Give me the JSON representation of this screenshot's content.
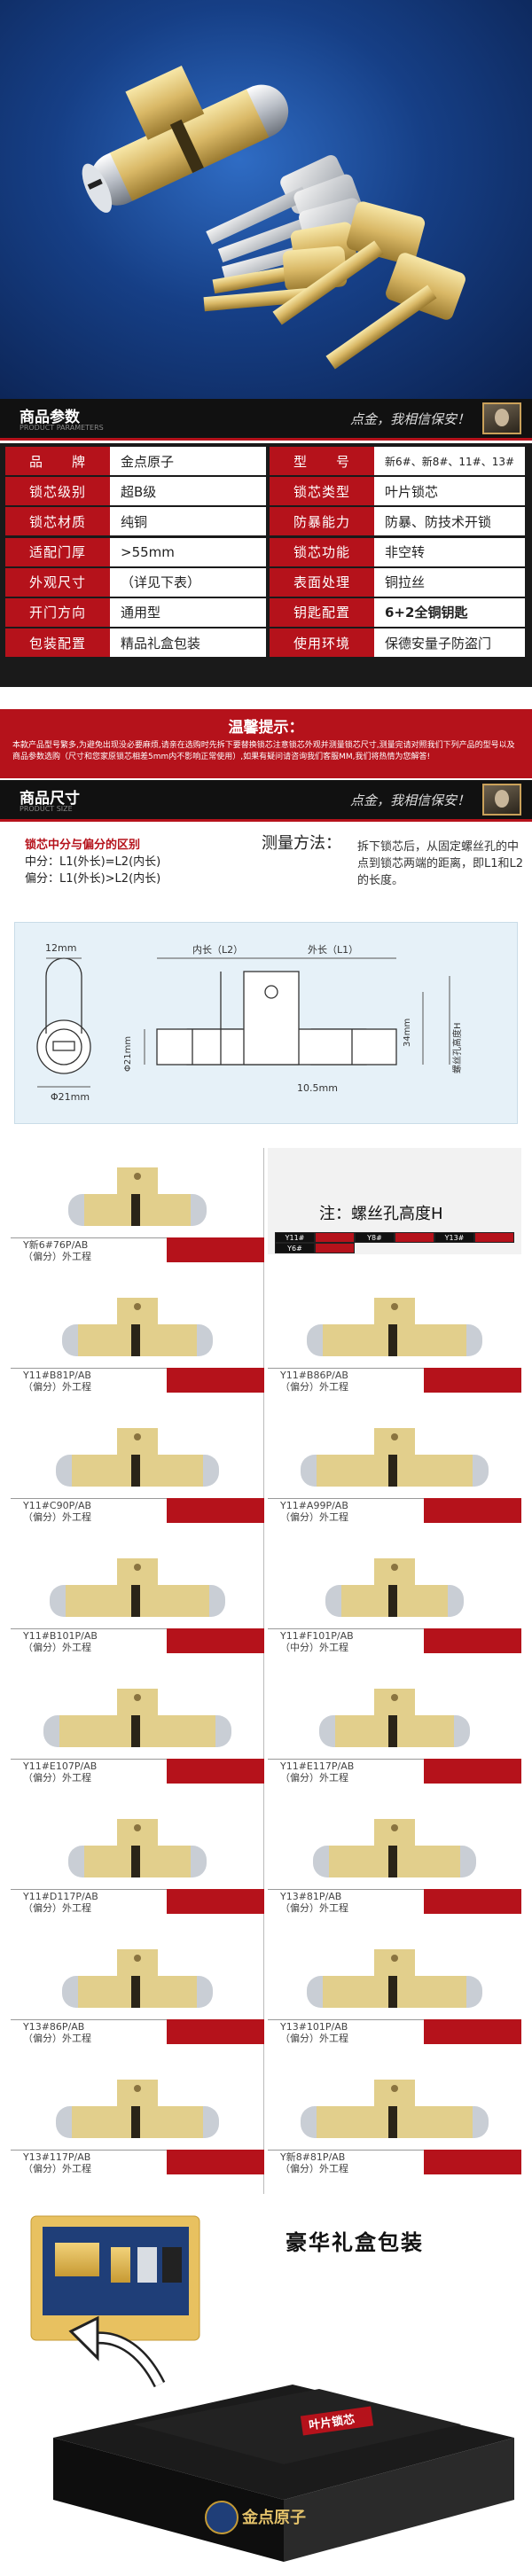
{
  "colors": {
    "accent_red": "#b5121b",
    "bar_dark": "#111111",
    "brass": "#d8c07a"
  },
  "hero": {
    "key_brand_mark": "",
    "icons": [
      "lock-cylinder-icon",
      "key-icon"
    ]
  },
  "section_params": {
    "title": "商品参数",
    "subtitle": "PRODUCT PARAMETERS",
    "slogan": "点金，我相信保安！"
  },
  "params": {
    "rows": [
      {
        "l1": "品　　牌",
        "v1": "金点原子",
        "l2": "型　　号",
        "v2": "新6#、新8#、11#、13#"
      },
      {
        "l1": "锁芯级别",
        "v1": "超B级",
        "l2": "锁芯类型",
        "v2": "叶片锁芯"
      },
      {
        "l1": "锁芯材质",
        "v1": "纯铜",
        "l2": "防暴能力",
        "v2": "防暴、防技术开锁"
      },
      {
        "l1": "适配门厚",
        "v1": ">55mm",
        "l2": "锁芯功能",
        "v2": "非空转"
      },
      {
        "l1": "外观尺寸",
        "v1": "（详见下表）",
        "l2": "表面处理",
        "v2": "铜拉丝"
      },
      {
        "l1": "开门方向",
        "v1": "通用型",
        "l2": "钥匙配置",
        "v2": "6+2全铜钥匙"
      },
      {
        "l1": "包装配置",
        "v1": "精品礼盒包装",
        "l2": "使用环境",
        "v2": "保德安量子防盗门"
      }
    ]
  },
  "notice": {
    "title": "温馨提示：",
    "body": "本款产品型号繁多,为避免出现没必要麻烦,请亲在选购时先拆下要替换锁芯注意锁芯外观并测量锁芯尺寸,测量完请对照我们下列产品的型号以及商品参数选购（尺寸和您家原锁芯相差5mm内不影响正常使用）,如果有疑问请咨询我们客服MM,我们将热情为您解答!"
  },
  "section_size": {
    "title": "商品尺寸",
    "subtitle": "PRODUCT SIZE",
    "slogan": "点金，我相信保安！"
  },
  "measure": {
    "heading": "锁芯中分与偏分的区别",
    "line1": "中分：L1(外长)=L2(内长)",
    "line2": "偏分：L1(外长)>L2(内长)",
    "method_label": "测量方法：",
    "method_text": "拆下锁芯后，从固定螺丝孔的中点到锁芯两端的距离，即L1和L2的长度。"
  },
  "diagram": {
    "dim_12": "12mm",
    "dim_21": "Φ21mm",
    "dim_21v": "Φ21mm",
    "inner": "内长（L2）",
    "outer": "外长（L1）",
    "dim_34": "34mm",
    "screw_h": "螺丝孔高度H",
    "dim_105": "10.5mm"
  },
  "grid": {
    "note_title": "注：螺丝孔高度H",
    "note_mini": [
      "Y11#",
      "",
      "Y8#",
      "",
      "Y13#",
      "",
      "Y6#",
      ""
    ],
    "left": [
      {
        "name": "Y新6#76P/AB",
        "type": "（偏分）外工程"
      },
      {
        "name": "Y11#B81P/AB",
        "type": "（偏分）外工程"
      },
      {
        "name": "Y11#C90P/AB",
        "type": "（偏分）外工程"
      },
      {
        "name": "Y11#B101P/AB",
        "type": "（偏分）外工程"
      },
      {
        "name": "Y11#E107P/AB",
        "type": "（偏分）外工程"
      },
      {
        "name": "Y11#D117P/AB",
        "type": "（偏分）外工程"
      },
      {
        "name": "Y13#86P/AB",
        "type": "（偏分）外工程"
      },
      {
        "name": "Y13#117P/AB",
        "type": "（偏分）外工程"
      }
    ],
    "right": [
      {
        "name": "Y11#B86P/AB",
        "type": "（偏分）外工程"
      },
      {
        "name": "Y11#A99P/AB",
        "type": "（偏分）外工程"
      },
      {
        "name": "Y11#F101P/AB",
        "type": "（中分）外工程"
      },
      {
        "name": "Y11#E117P/AB",
        "type": "（偏分）外工程"
      },
      {
        "name": "Y13#81P/AB",
        "type": "（偏分）外工程"
      },
      {
        "name": "Y13#101P/AB",
        "type": "（偏分）外工程"
      },
      {
        "name": "Y新8#81P/AB",
        "type": "（偏分）外工程"
      }
    ]
  },
  "gift": {
    "title": "豪华礼盒包装",
    "box_brand": "金点原子",
    "box_label": "叶片锁芯"
  }
}
